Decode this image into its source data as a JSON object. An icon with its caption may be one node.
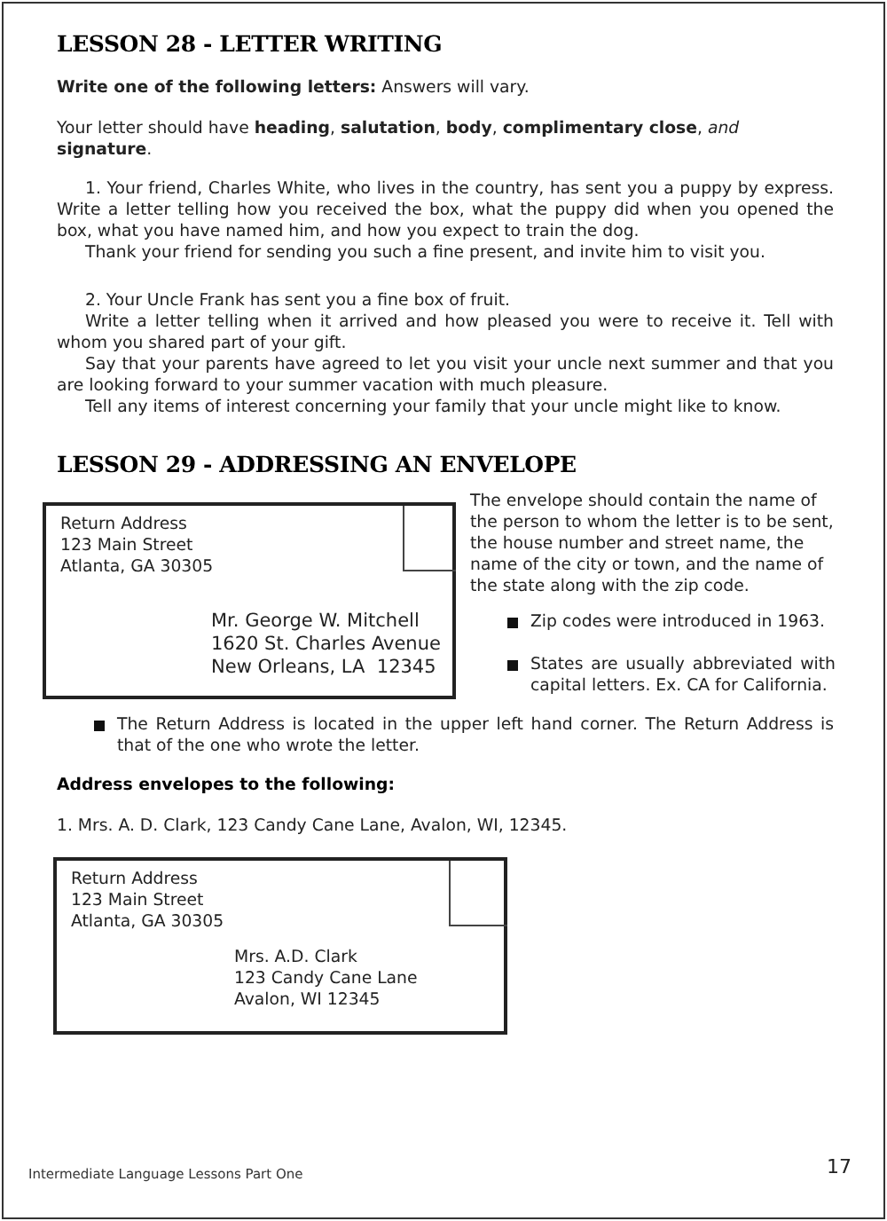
{
  "diagram": {
    "title": "LESSON 28 - LETTER WRITING",
    "nodes": [
      {
        "text": [
          "Return Address",
          "123 Main Street",
          "Atlanta, GA 30305",
          "Mr. George W. Mitchell",
          "1620 St. Charles Avenue",
          "New Orleans, LA  12345"
        ]
      },
      {
        "text": [],
        "shape": "box",
        "in": 0
      },
      {
        "text": [
          "Return Address",
          "123 Main Street",
          "Atlanta, GA 30305",
          "Mrs. A.D. Clark",
          "123 Candy Cane Lane",
          "Avalon, WI 12345"
        ]
      },
      {
        "text": [],
        "shape": "box",
        "in": 2
      }
    ],
    "edges": [],
    "labels": [
      "**Write one of the following letters:** Answers will vary.",
      "Your letter should have **heading**, **salutation**, **body**, **complimentary close**, *and* **signature**.",
      "1. Your friend, Charles White, who lives in the country, has sent you a puppy by express. Write a letter telling how you received the box, what the puppy did when you opened the box, what you have named him, and how you expect to train the dog.",
      "Thank your friend for sending you such a fine present, and invite him to visit you.",
      "2. Your Uncle Frank has sent you a fine box of fruit.",
      "Write a letter telling when it arrived and how pleased you were to receive it. Tell with whom you shared part of your gift.",
      "Say that your parents have agreed to let you visit your uncle next summer and that you are looking forward to your summer vacation with much pleasure.",
      "Tell any items of interest concerning your family that your uncle might like to know.",
      "LESSON 29 - ADDRESSING AN ENVELOPE",
      "The envelope should contain the name of the person to whom the letter is to be sent, the house number and street name, the name of the city or town, and the name of the state along with the zip code.",
      "Zip codes were introduced in 1963.",
      "States are usually abbreviated with capital letters. Ex. CA for California.",
      "The Return Address is located in the upper left hand corner. The Return Address is that of the one who wrote the letter.",
      "Address envelopes to the following:",
      "1. Mrs. A. D. Clark, 123 Candy Cane Lane, Avalon, WI, 12345.",
      "Intermediate Language Lessons Part One",
      "17"
    ]
  }
}
